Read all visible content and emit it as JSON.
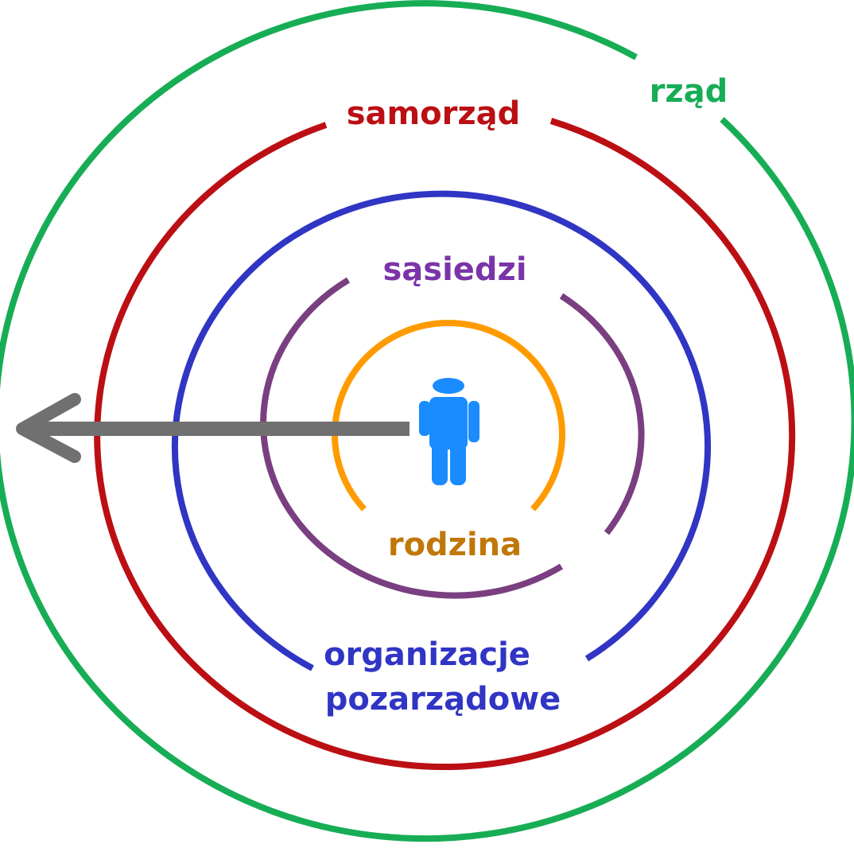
{
  "labels": {
    "rzad": "rząd",
    "samorzad": "samorząd",
    "sasiedzi": "sąsiedzi",
    "rodzina": "rodzina",
    "organizacje_line1": "organizacje",
    "organizacje_line2": "pozarządowe"
  },
  "colors": {
    "rzad": "#17ad55",
    "samorzad": "#bb0f14",
    "organizacje": "#3035c4",
    "sasiedzi": "#7a3f80",
    "rodzina": "#ff9b00",
    "person": "#1a8cff",
    "arrow": "#707070"
  },
  "icons": {
    "person": "person-icon",
    "arrow": "arrow-left-icon"
  }
}
